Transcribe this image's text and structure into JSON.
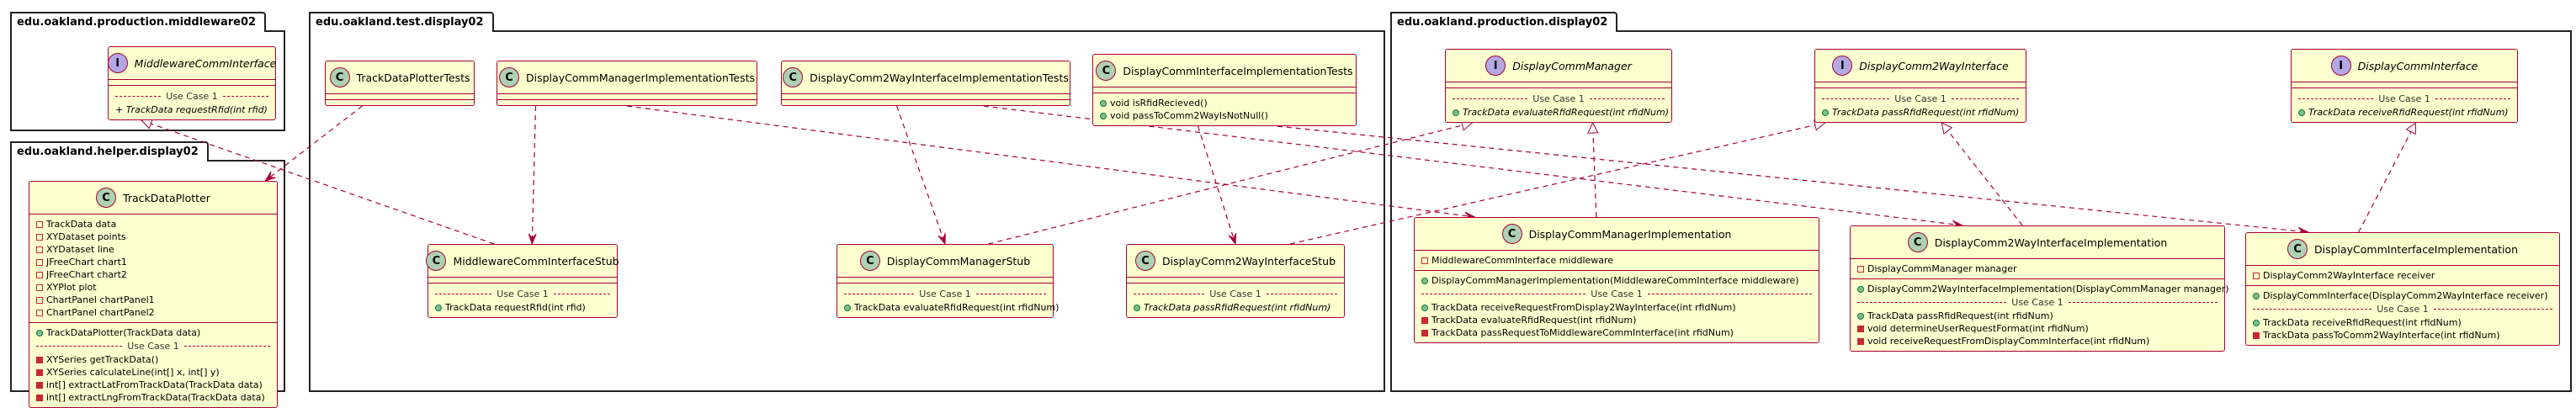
{
  "packages": {
    "middleware": {
      "name": "edu.oakland.production.middleware02"
    },
    "helper": {
      "name": "edu.oakland.helper.display02"
    },
    "test": {
      "name": "edu.oakland.test.display02"
    },
    "production": {
      "name": "edu.oakland.production.display02"
    }
  },
  "classes": {
    "MiddlewareCommInterface": {
      "name": "MiddlewareCommInterface",
      "stereotype": "I",
      "use_case": "Use Case 1",
      "methods": [
        "+ TrackData requestRfid(int rfid)"
      ]
    },
    "TrackDataPlotter": {
      "name": "TrackDataPlotter",
      "stereotype": "C",
      "fields": [
        "TrackData data",
        "XYDataset points",
        "XYDataset line",
        "JFreeChart chart1",
        "JFreeChart chart2",
        "XYPlot plot",
        "ChartPanel chartPanel1",
        "ChartPanel chartPanel2"
      ],
      "constructor": "TrackDataPlotter(TrackData data)",
      "use_case": "Use Case 1",
      "methods": [
        "XYSeries getTrackData()",
        "XYSeries calculateLine(int[] x, int[] y)",
        "int[] extractLatFromTrackData(TrackData data)",
        "int[] extractLngFromTrackData(TrackData data)"
      ]
    },
    "TrackDataPlotterTests": {
      "name": "TrackDataPlotterTests",
      "stereotype": "C"
    },
    "DisplayCommManagerImplementationTests": {
      "name": "DisplayCommManagerImplementationTests",
      "stereotype": "C"
    },
    "DisplayComm2WayInterfaceImplementationTests": {
      "name": "DisplayComm2WayInterfaceImplementationTests",
      "stereotype": "C"
    },
    "DisplayCommInterfaceImplementationTests": {
      "name": "DisplayCommInterfaceImplementationTests",
      "stereotype": "C",
      "methods": [
        "void isRfidRecieved()",
        "void passToComm2WayIsNotNull()"
      ]
    },
    "MiddlewareCommInterfaceStub": {
      "name": "MiddlewareCommInterfaceStub",
      "stereotype": "C",
      "use_case": "Use Case 1",
      "methods": [
        "TrackData requestRfid(int rfid)"
      ]
    },
    "DisplayCommManagerStub": {
      "name": "DisplayCommManagerStub",
      "stereotype": "C",
      "use_case": "Use Case 1",
      "methods": [
        "TrackData evaluateRfidRequest(int rfidNum)"
      ]
    },
    "DisplayComm2WayInterfaceStub": {
      "name": "DisplayComm2WayInterfaceStub",
      "stereotype": "C",
      "use_case": "Use Case 1",
      "methods": [
        "TrackData passRfidRequest(int rfidNum)"
      ]
    },
    "DisplayCommManager": {
      "name": "DisplayCommManager",
      "stereotype": "I",
      "use_case": "Use Case 1",
      "methods": [
        "TrackData evaluateRfidRequest(int rfidNum)"
      ]
    },
    "DisplayComm2WayInterface": {
      "name": "DisplayComm2WayInterface",
      "stereotype": "I",
      "use_case": "Use Case 1",
      "methods": [
        "TrackData passRfidRequest(int rfidNum)"
      ]
    },
    "DisplayCommInterface": {
      "name": "DisplayCommInterface",
      "stereotype": "I",
      "use_case": "Use Case 1",
      "methods": [
        "TrackData receiveRfidRequest(int rfidNum)"
      ]
    },
    "DisplayCommManagerImplementation": {
      "name": "DisplayCommManagerImplementation",
      "stereotype": "C",
      "fields": [
        "MiddlewareCommInterface middleware"
      ],
      "constructor": "DisplayCommManagerImplementation(MiddlewareCommInterface middleware)",
      "use_case": "Use Case 1",
      "methods_public": [
        "TrackData receiveRequestFromDisplay2WayInterface(int rfidNum)"
      ],
      "methods_private": [
        "TrackData evaluateRfidRequest(int rfidNum)",
        "TrackData passRequestToMiddlewareCommInterface(int rfidNum)"
      ]
    },
    "DisplayComm2WayInterfaceImplementation": {
      "name": "DisplayComm2WayInterfaceImplementation",
      "stereotype": "C",
      "fields": [
        "DisplayCommManager manager"
      ],
      "constructor": "DisplayComm2WayInterfaceImplementation(DisplayCommManager manager)",
      "use_case": "Use Case 1",
      "methods_public": [
        "TrackData passRfidRequest(int rfidNum)"
      ],
      "methods_private": [
        "void determineUserRequestFormat(int rfidNum)",
        "void receiveRequestFromDisplayCommInterface(int rfidNum)"
      ]
    },
    "DisplayCommInterfaceImplementation": {
      "name": "DisplayCommInterfaceImplementation",
      "stereotype": "C",
      "fields": [
        "DisplayComm2WayInterface receiver"
      ],
      "constructor": "DisplayCommInterface(DisplayComm2WayInterface receiver)",
      "use_case": "Use Case 1",
      "methods_public": [
        "TrackData receiveRfidRequest(int rfidNum)"
      ],
      "methods_private": [
        "TrackData passToComm2WayInterface(int rfidNum)"
      ]
    }
  },
  "colors": {
    "class_fill": "#fefece",
    "class_border": "#a80036",
    "edge": "#a80036",
    "class_badge": "#add1b2",
    "interface_badge": "#b4a7e5"
  }
}
